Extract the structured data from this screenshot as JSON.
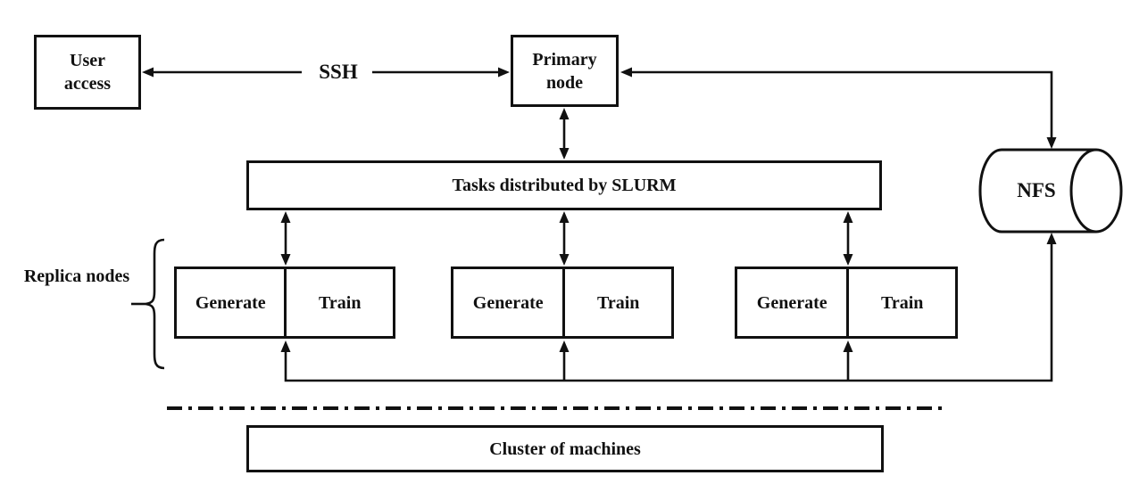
{
  "nodes": {
    "user_access": "User access",
    "primary_node": "Primary node",
    "slurm_bar": "Tasks distributed by SLURM",
    "nfs": "NFS",
    "cluster": "Cluster of machines"
  },
  "labels": {
    "ssh": "SSH",
    "replica_nodes": "Replica nodes"
  },
  "replica_nodes": [
    {
      "generate": "Generate",
      "train": "Train"
    },
    {
      "generate": "Generate",
      "train": "Train"
    },
    {
      "generate": "Generate",
      "train": "Train"
    }
  ],
  "icons": {
    "nfs_shape": "cylinder-icon",
    "replica_group": "curly-brace-icon"
  },
  "colors": {
    "line": "#111111",
    "text": "#111111",
    "background": "#ffffff"
  }
}
